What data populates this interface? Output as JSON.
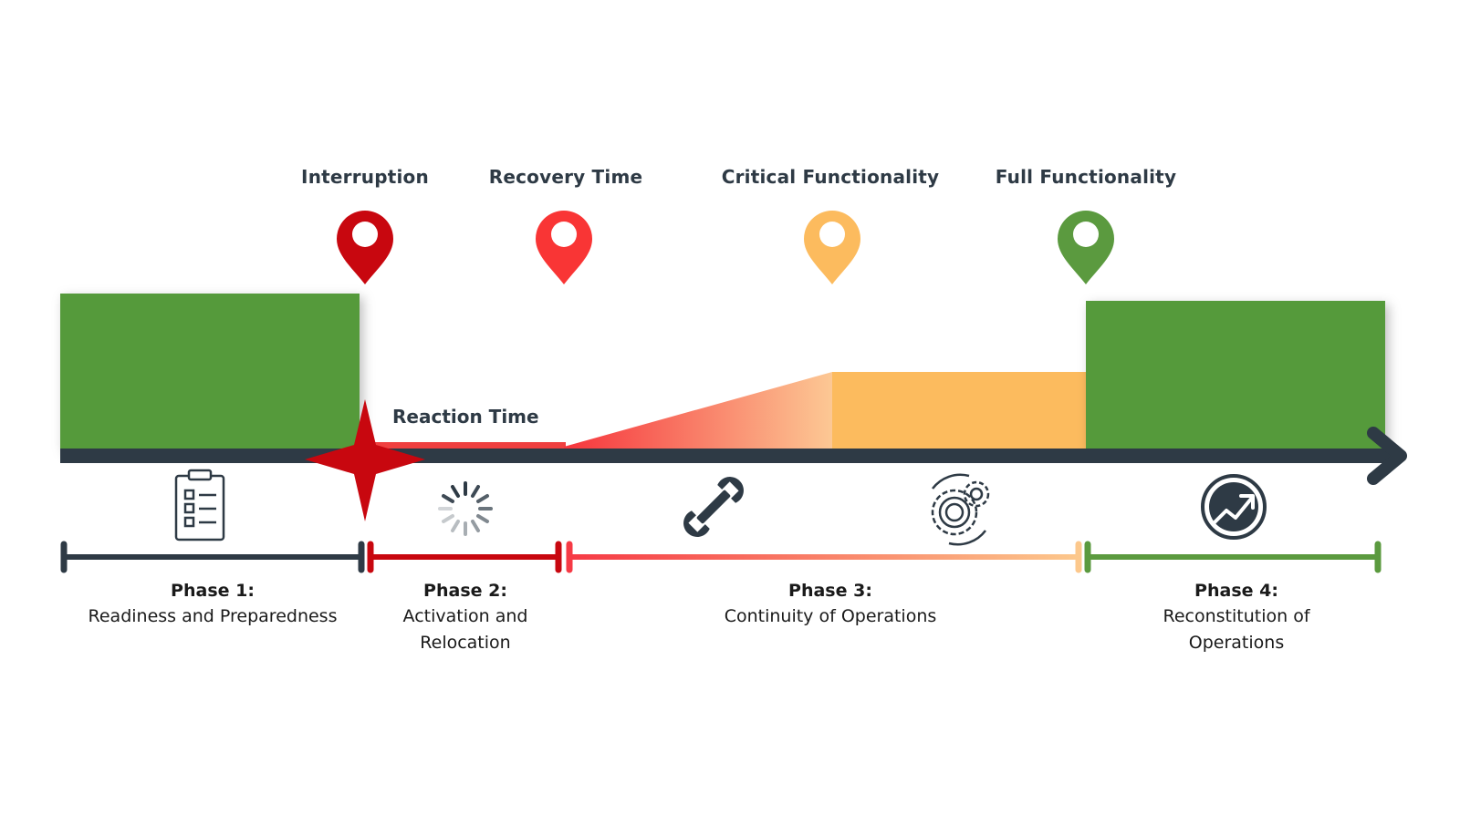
{
  "milestones": [
    {
      "label": "Interruption",
      "color": "#c8070f"
    },
    {
      "label": "Recovery Time",
      "color": "#f93535"
    },
    {
      "label": "Critical Functionality",
      "color": "#fcbb5e"
    },
    {
      "label": "Full Functionality",
      "color": "#5b9a3f"
    }
  ],
  "reaction_label": "Reaction Time",
  "phases": [
    {
      "title": "Phase 1:",
      "desc": [
        "Readiness and Preparedness"
      ],
      "icon": "clipboard-checklist-icon",
      "color": "#2e3a45"
    },
    {
      "title": "Phase 2:",
      "desc": [
        "Activation and",
        "Relocation"
      ],
      "icon": "loading-spinner-icon",
      "color": "#c8070f"
    },
    {
      "title": "Phase 3:",
      "desc": [
        "Continuity of Operations"
      ],
      "icon": "wrench-icon",
      "color": "#f95b5b"
    },
    {
      "title": "Phase 4:",
      "desc": [
        "Reconstitution of Operations"
      ],
      "icon": "growth-chart-icon",
      "color": "#5b9a3f"
    }
  ],
  "extra_icons": [
    "gears-cycle-icon"
  ],
  "colors": {
    "green": "#559a3a",
    "red": "#c8070f",
    "orange": "#fcbb5e",
    "axis": "#2e3a45"
  }
}
